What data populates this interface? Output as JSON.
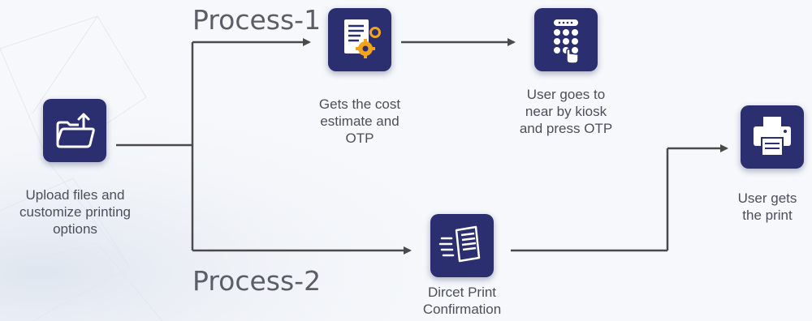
{
  "process_1": {
    "label": "Process-1"
  },
  "process_2": {
    "label": "Process-2"
  },
  "nodes": {
    "upload": {
      "label": "Upload files and\ncustomize printing\noptions",
      "icon": "folder-upload-icon"
    },
    "estimate": {
      "label": "Gets the cost\nestimate and\nOTP",
      "icon": "document-gears-icon"
    },
    "kiosk": {
      "label": "User goes to\nnear by kiosk\nand press OTP",
      "icon": "keypad-icon"
    },
    "direct": {
      "label": "Dircet Print\nConfirmation",
      "icon": "document-send-icon"
    },
    "print": {
      "label": "User gets\nthe print",
      "icon": "printer-icon"
    }
  },
  "colors": {
    "icon_bg": "#2b2f6f",
    "line": "#4a4a4a",
    "text": "#4a4f5a",
    "accent": "#f2a51a"
  }
}
